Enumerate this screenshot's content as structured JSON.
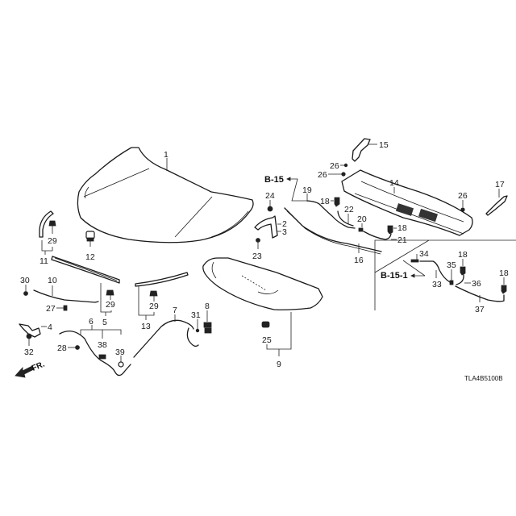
{
  "diagram": {
    "code": "TLA4B5100B",
    "direction_label": "FR.",
    "refs": [
      "B-15",
      "B-15-1"
    ],
    "labels": {
      "n1": "1",
      "n2": "2",
      "n3": "3",
      "n4": "4",
      "n5": "5",
      "n6": "6",
      "n7": "7",
      "n8": "8",
      "n9": "9",
      "n10": "10",
      "n11": "11",
      "n12": "12",
      "n13": "13",
      "n14": "14",
      "n15": "15",
      "n16": "16",
      "n17": "17",
      "n18a": "18",
      "n18b": "18",
      "n18c": "18",
      "n18d": "18",
      "n19": "19",
      "n20": "20",
      "n21": "21",
      "n22": "22",
      "n23": "23",
      "n24": "24",
      "n25": "25",
      "n26a": "26",
      "n26b": "26",
      "n26c": "26",
      "n27": "27",
      "n28": "28",
      "n29a": "29",
      "n29b": "29",
      "n29c": "29",
      "n30": "30",
      "n31": "31",
      "n32": "32",
      "n33": "33",
      "n34": "34",
      "n35": "35",
      "n36": "36",
      "n37": "37",
      "n38": "38",
      "n39": "39"
    },
    "icons": {
      "direction": "arrow-left-down-icon"
    }
  }
}
